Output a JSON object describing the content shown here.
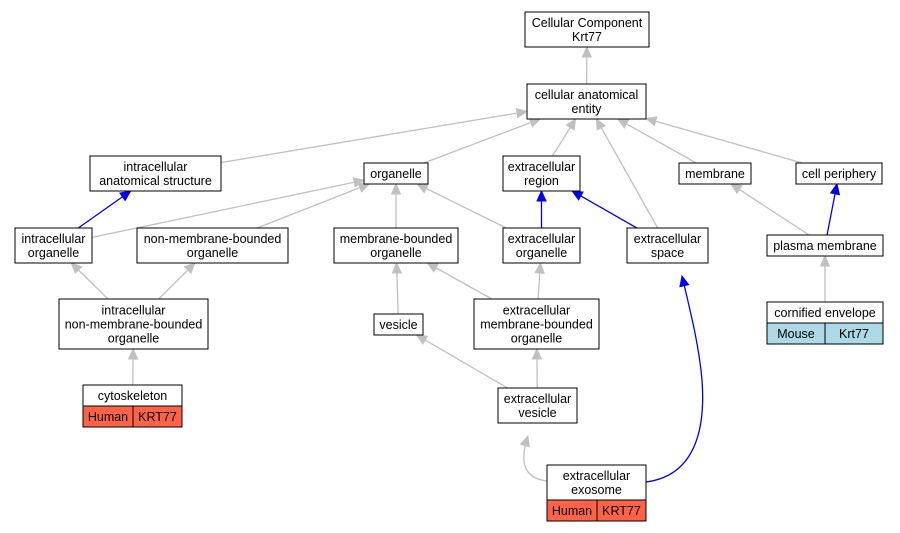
{
  "colors": {
    "is_a_edge": "#c0c0c0",
    "part_of_edge": "#0000ee",
    "human": "#ff6347",
    "mouse": "#add8e6"
  },
  "nodes": [
    {
      "id": "cc",
      "lines": [
        "Cellular Component",
        "Krt77"
      ]
    },
    {
      "id": "cae",
      "lines": [
        "cellular anatomical",
        "entity"
      ]
    },
    {
      "id": "ias",
      "lines": [
        "intracellular",
        "anatomical structure"
      ]
    },
    {
      "id": "org",
      "lines": [
        "organelle"
      ]
    },
    {
      "id": "er",
      "lines": [
        "extracellular",
        "region"
      ]
    },
    {
      "id": "mem",
      "lines": [
        "membrane"
      ]
    },
    {
      "id": "cp",
      "lines": [
        "cell periphery"
      ]
    },
    {
      "id": "io",
      "lines": [
        "intracellular",
        "organelle"
      ]
    },
    {
      "id": "nmbo",
      "lines": [
        "non-membrane-bounded",
        "organelle"
      ]
    },
    {
      "id": "mbo",
      "lines": [
        "membrane-bounded",
        "organelle"
      ]
    },
    {
      "id": "eo",
      "lines": [
        "extracellular",
        "organelle"
      ]
    },
    {
      "id": "es",
      "lines": [
        "extracellular",
        "space"
      ]
    },
    {
      "id": "pm",
      "lines": [
        "plasma membrane"
      ]
    },
    {
      "id": "inmbo",
      "lines": [
        "intracellular",
        "non-membrane-bounded",
        "organelle"
      ]
    },
    {
      "id": "ves",
      "lines": [
        "vesicle"
      ]
    },
    {
      "id": "embo",
      "lines": [
        "extracellular",
        "membrane-bounded",
        "organelle"
      ]
    },
    {
      "id": "cen",
      "lines": [
        "cornified envelope"
      ],
      "badges": [
        {
          "species": "Mouse",
          "gene": "Krt77"
        }
      ]
    },
    {
      "id": "cyto",
      "lines": [
        "cytoskeleton"
      ],
      "badges": [
        {
          "species": "Human",
          "gene": "KRT77"
        }
      ]
    },
    {
      "id": "ev",
      "lines": [
        "extracellular",
        "vesicle"
      ]
    },
    {
      "id": "exo",
      "lines": [
        "extracellular",
        "exosome"
      ],
      "badges": [
        {
          "species": "Human",
          "gene": "KRT77"
        }
      ]
    }
  ],
  "edges": [
    {
      "from": "cae",
      "to": "cc",
      "type": "is_a"
    },
    {
      "from": "ias",
      "to": "cae",
      "type": "is_a"
    },
    {
      "from": "org",
      "to": "cae",
      "type": "is_a"
    },
    {
      "from": "er",
      "to": "cae",
      "type": "is_a"
    },
    {
      "from": "es",
      "to": "cae",
      "type": "is_a"
    },
    {
      "from": "mem",
      "to": "cae",
      "type": "is_a"
    },
    {
      "from": "cp",
      "to": "cae",
      "type": "is_a"
    },
    {
      "from": "io",
      "to": "ias",
      "type": "part_of"
    },
    {
      "from": "io",
      "to": "org",
      "type": "is_a"
    },
    {
      "from": "nmbo",
      "to": "org",
      "type": "is_a"
    },
    {
      "from": "mbo",
      "to": "org",
      "type": "is_a"
    },
    {
      "from": "eo",
      "to": "org",
      "type": "is_a"
    },
    {
      "from": "eo",
      "to": "er",
      "type": "part_of"
    },
    {
      "from": "es",
      "to": "er",
      "type": "part_of"
    },
    {
      "from": "pm",
      "to": "mem",
      "type": "is_a"
    },
    {
      "from": "pm",
      "to": "cp",
      "type": "part_of"
    },
    {
      "from": "inmbo",
      "to": "io",
      "type": "is_a"
    },
    {
      "from": "inmbo",
      "to": "nmbo",
      "type": "is_a"
    },
    {
      "from": "ves",
      "to": "mbo",
      "type": "is_a"
    },
    {
      "from": "embo",
      "to": "mbo",
      "type": "is_a"
    },
    {
      "from": "embo",
      "to": "eo",
      "type": "is_a"
    },
    {
      "from": "cen",
      "to": "pm",
      "type": "is_a"
    },
    {
      "from": "cyto",
      "to": "inmbo",
      "type": "is_a"
    },
    {
      "from": "ev",
      "to": "ves",
      "type": "is_a"
    },
    {
      "from": "ev",
      "to": "embo",
      "type": "is_a"
    },
    {
      "from": "exo",
      "to": "ev",
      "type": "is_a"
    },
    {
      "from": "exo",
      "to": "es",
      "type": "part_of"
    }
  ]
}
